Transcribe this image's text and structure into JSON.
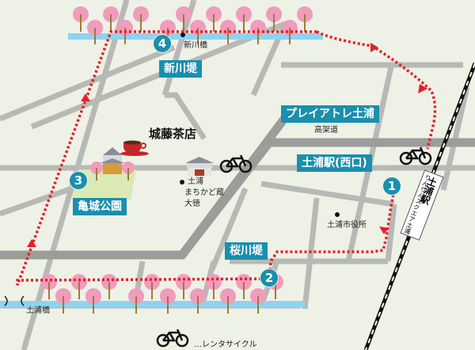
{
  "map": {
    "title": "Tsuchiura cherry blossom cycling route map",
    "colors": {
      "background": "#eef1e6",
      "road": "#b8b9b6",
      "major_road": "#9a9b98",
      "river": "#8ed3f0",
      "route": "#e3202a",
      "label_bg": "#1a8fae",
      "park": "#dbeab4",
      "cherry": "#f19bbd",
      "railway": "#111111"
    },
    "spots": [
      {
        "number": "1",
        "label": "土浦駅(西口)",
        "sub_label": "プレイアトレ土浦"
      },
      {
        "number": "2",
        "label": "桜川堤"
      },
      {
        "number": "3",
        "label": "亀城公園"
      },
      {
        "number": "4",
        "label": "新川堤"
      }
    ],
    "places": {
      "shinkawa_bridge": "新川橋",
      "elevated_road": "高架道",
      "cafe": "城藤茶店",
      "machikado_line1": "土浦",
      "machikado_line2": "まちかど蔵",
      "machikado_line3": "大徳",
      "city_hall": "土浦市役所",
      "tsuchiura_bridge": "土浦橋",
      "station_name": "土浦駅",
      "station_sub": "りんりんスクエア土浦"
    },
    "legend": {
      "rental_cycle": "…レンタサイクル"
    },
    "icons": [
      "bicycle-icon",
      "castle-icon",
      "coffee-cup-icon",
      "storehouse-icon",
      "cherry-tree-icon",
      "arrow-icon"
    ]
  }
}
